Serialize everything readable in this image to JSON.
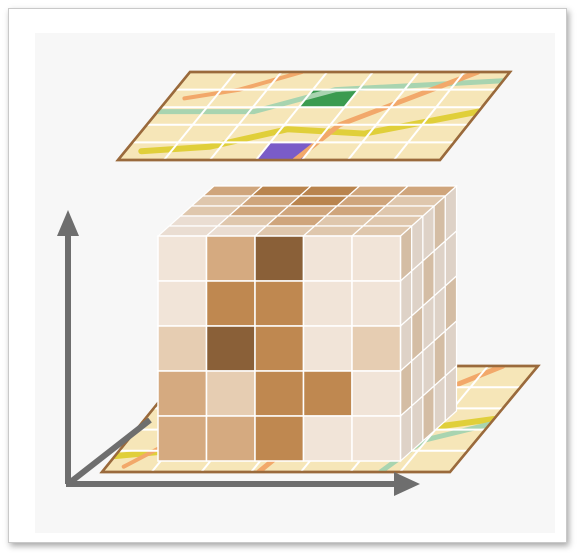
{
  "figure": {
    "description_icon": "spatiotemporal-data-cube-icon",
    "colors": {
      "frame_border": "#c9c9c9",
      "background": "#f7f7f7",
      "map_base": "#f6e6b8",
      "map_border": "#9a6a3c",
      "map_grid": "#ffffff",
      "road_yellow": "#e0cf3a",
      "road_orange": "#f2a86a",
      "road_green": "#a8d4b0",
      "highlight_green": "#3b9b50",
      "highlight_purple": "#7a5cc8",
      "axis": "#6e6e6e",
      "cube_colors": [
        "#f1e4d8",
        "#e6cdb2",
        "#d5aa80",
        "#bf8850",
        "#8a6038"
      ]
    },
    "cube": {
      "columns": 5,
      "rows": 5,
      "depth": 5,
      "front_face_levels": [
        [
          0,
          2,
          4,
          0,
          0
        ],
        [
          0,
          3,
          3,
          0,
          0
        ],
        [
          1,
          4,
          3,
          0,
          1
        ],
        [
          2,
          1,
          3,
          3,
          0
        ],
        [
          2,
          2,
          3,
          0,
          0
        ]
      ],
      "top_face_levels": [
        [
          0,
          0,
          1,
          1,
          1
        ],
        [
          0,
          1,
          2,
          1,
          1
        ],
        [
          1,
          2,
          2,
          2,
          1
        ],
        [
          1,
          2,
          3,
          2,
          1
        ],
        [
          2,
          3,
          3,
          2,
          2
        ]
      ]
    },
    "axes": {
      "vertical_arrow": "up",
      "horizontal_arrow": "right"
    }
  }
}
